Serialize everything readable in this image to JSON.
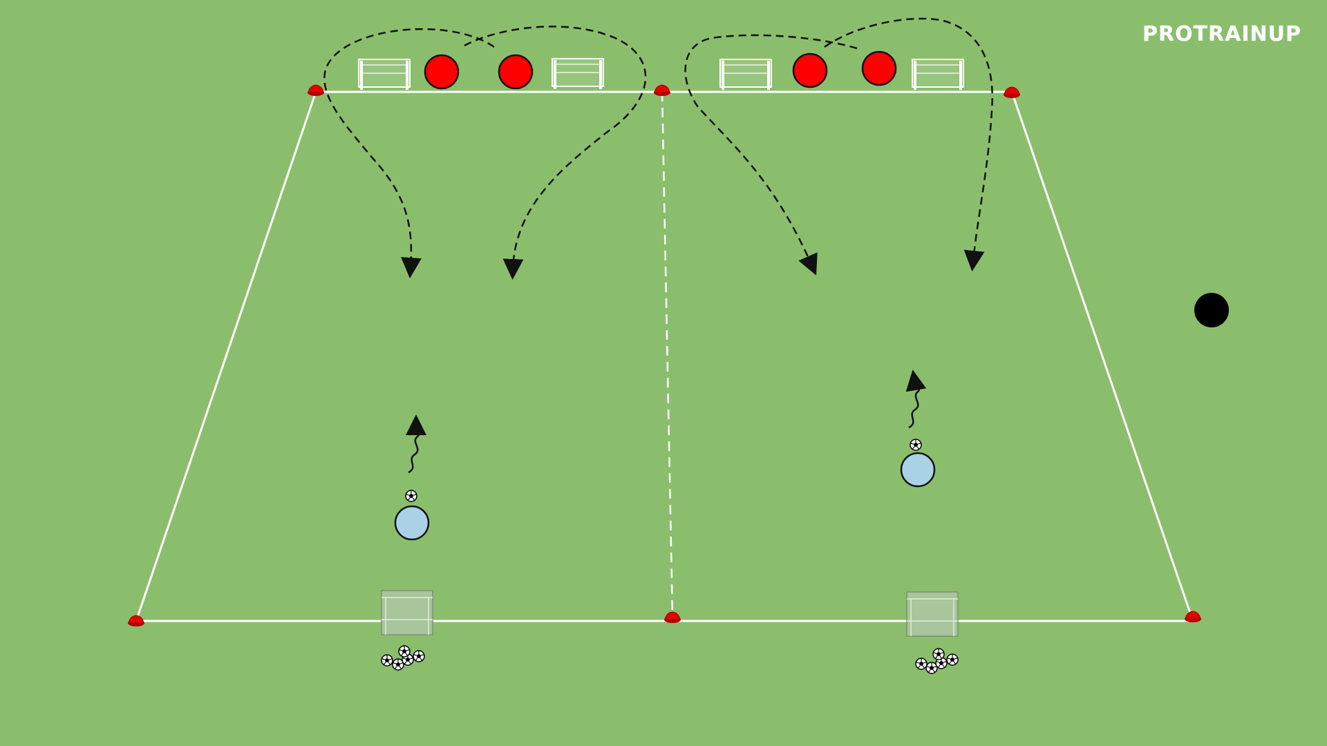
{
  "brand": {
    "text": "PROTRAINUP"
  },
  "colors": {
    "pitch": "#8abe6c",
    "line": "#ffffff",
    "cone": "#e60000",
    "defender": "#ff0000",
    "attacker": "#a9d2e6",
    "ball_marker": "#000000",
    "run_path": "#111111"
  },
  "icons": {
    "cone": "cone-icon",
    "defender": "defender-marker",
    "attacker": "attacker-marker",
    "mini_goal": "mini-goal-icon",
    "ball": "football-icon",
    "ball_pile": "ball-pile-icon",
    "run": "run-path-arrow",
    "dribble": "dribble-path-arrow"
  }
}
